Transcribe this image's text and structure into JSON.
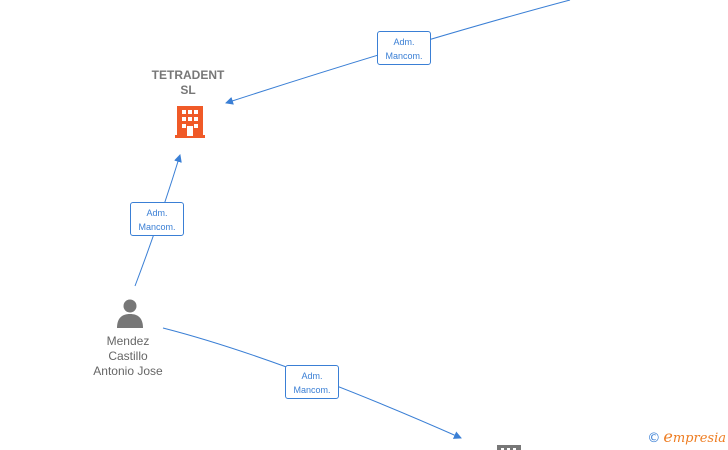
{
  "nodes": {
    "company": {
      "name_line1": "TETRADENT",
      "name_line2": "SL",
      "icon": "building-icon",
      "color": "#f05a28"
    },
    "person": {
      "name_line1": "Mendez",
      "name_line2": "Castillo",
      "name_line3": "Antonio Jose",
      "icon": "person-icon",
      "color": "#777777"
    },
    "bottom_company": {
      "icon": "building-icon",
      "color": "#777777"
    }
  },
  "relations": [
    {
      "line1": "Adm.",
      "line2": "Mancom."
    },
    {
      "line1": "Adm.",
      "line2": "Mancom."
    },
    {
      "line1": "Adm.",
      "line2": "Mancom."
    }
  ],
  "brand": {
    "copyright": "©",
    "initial": "e",
    "rest": "mpresia"
  },
  "colors": {
    "edge": "#3a7fd5",
    "brand": "#ee7d22"
  }
}
